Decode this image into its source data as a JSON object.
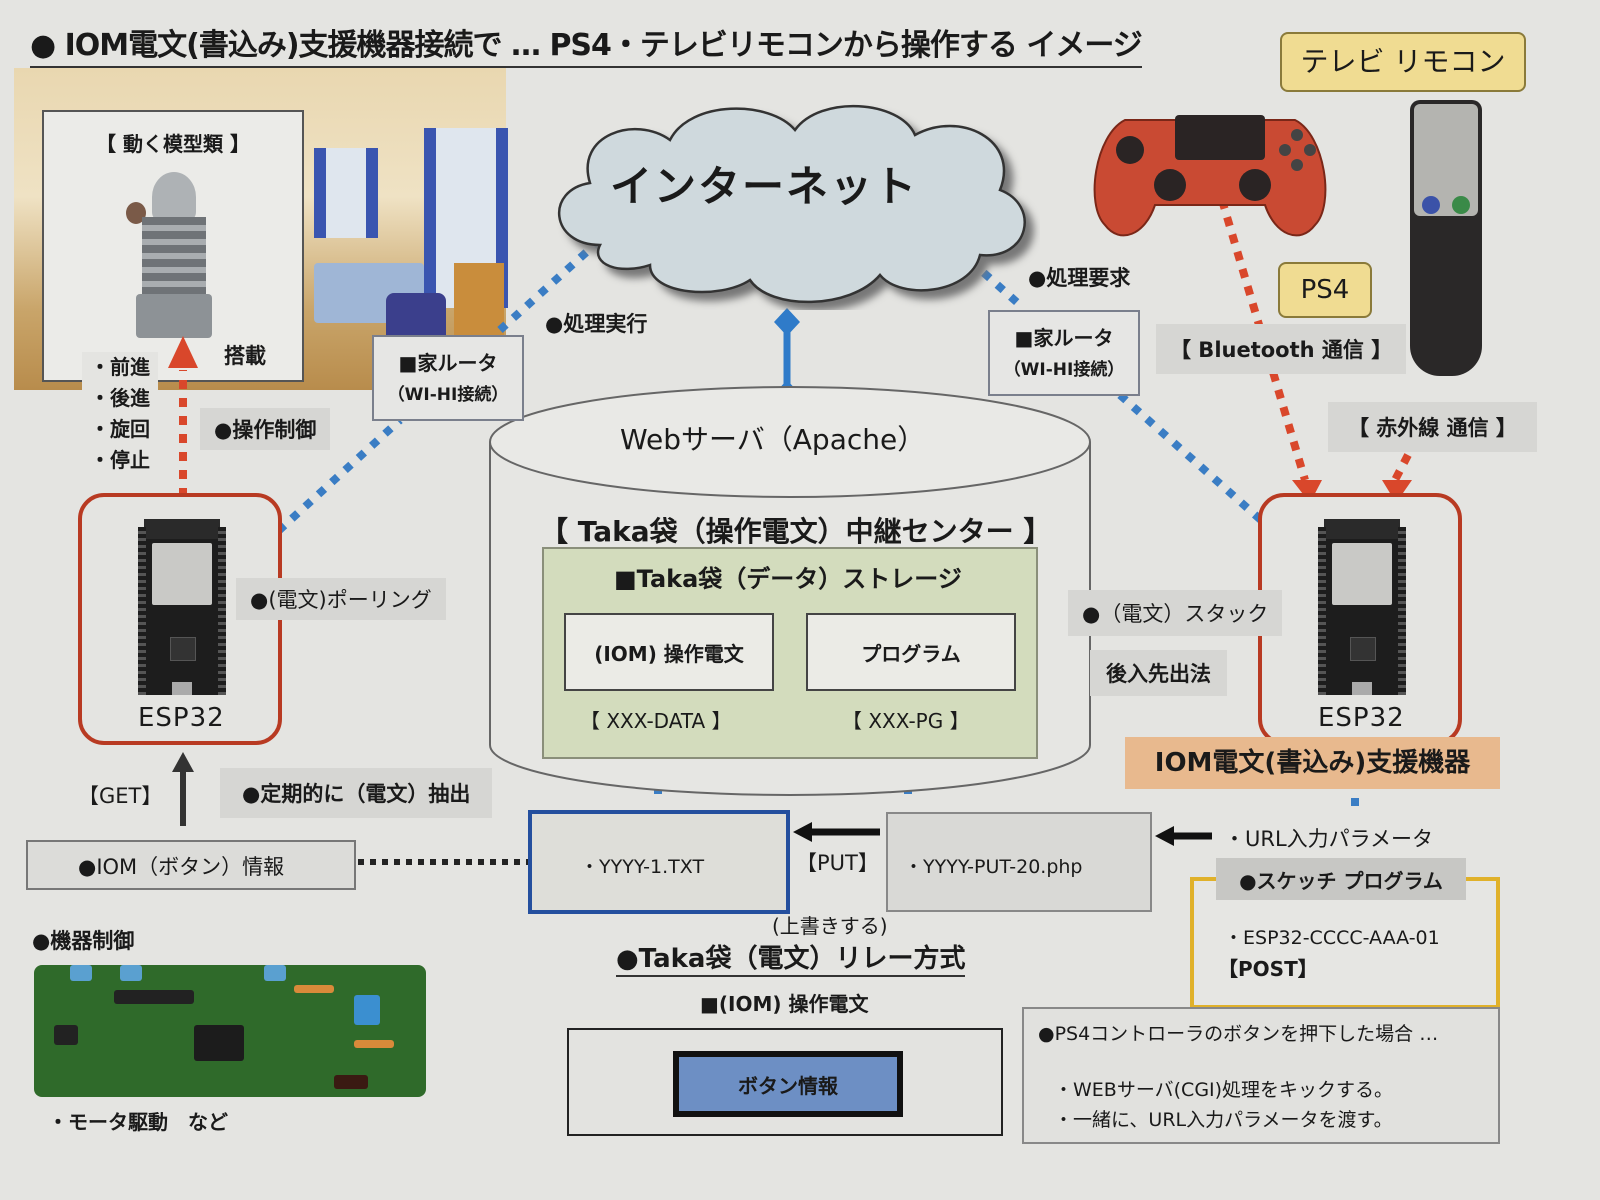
{
  "title": "● IOM電文(書込み)支援機器接続で … PS4・テレビリモコンから操作する イメージ",
  "left": {
    "models_caption": "【 動く模型類 】",
    "mount_label": "搭載",
    "commands": [
      "・前進",
      "・後進",
      "・旋回",
      "・停止"
    ],
    "operation_control": "●操作制御",
    "esp32_label": "ESP32",
    "polling_label": "●(電文)ポーリング",
    "get_label": "【GET】",
    "periodic_extract": "●定期的に（電文）抽出",
    "iom_button_info": "●IOM（ボタン）情報",
    "device_control": "●機器制御",
    "motor_drive": "・モータ駆動　など"
  },
  "center": {
    "internet": "インターネット",
    "process_exec": "●処理実行",
    "process_request": "●処理要求",
    "webserver": "Webサーバ（Apache）",
    "relay_center": "【 Taka袋（操作電文）中継センター 】",
    "storage_title": "■Taka袋（データ）ストレージ",
    "storage_items": [
      {
        "label": "(IOM) 操作電文",
        "code": "【 XXX-DATA 】"
      },
      {
        "label": "プログラム",
        "code": "【 XXX-PG 】"
      }
    ],
    "file_txt": "・YYYY-1.TXT",
    "put_label": "【PUT】",
    "file_php": "・YYYY-PUT-20.php",
    "overwrite": "(上書きする)",
    "relay_method": "●Taka袋（電文）リレー方式",
    "iom_message": "■(IOM) 操作電文",
    "button_info": "ボタン情報"
  },
  "routers": [
    {
      "line1": "■家ルータ",
      "line2": "（WI-HI接続）"
    },
    {
      "line1": "■家ルータ",
      "line2": "（WI-HI接続）"
    }
  ],
  "right": {
    "tv_remote_tag": "テレビ リモコン",
    "ps4_tag": "PS4",
    "bluetooth": "【 Bluetooth 通信 】",
    "infrared": "【 赤外線 通信 】",
    "stack_label": "●（電文）スタック",
    "lifo_label": "後入先出法",
    "esp32_label": "ESP32",
    "support_device": "IOM電文(書込み)支援機器",
    "url_param": "・URL入力パラメータ",
    "sketch_title": "●スケッチ プログラム",
    "sketch_file": "・ESP32-CCCC-AAA-01",
    "post_label": "【POST】",
    "note_title": "●PS4コントローラのボタンを押下した場合 …",
    "note_lines": [
      "・WEBサーバ(CGI)処理をキックする。",
      "・一緒に、URL入力パラメータを渡す。"
    ]
  },
  "colors": {
    "blue_dots": "#3a7dc4",
    "red_dots": "#d9472b",
    "esp_frame": "#b83a22",
    "storage_bg": "#d3dcbd",
    "sketch_border": "#e0b12a",
    "button_info_bg": "#6d8fc4"
  }
}
